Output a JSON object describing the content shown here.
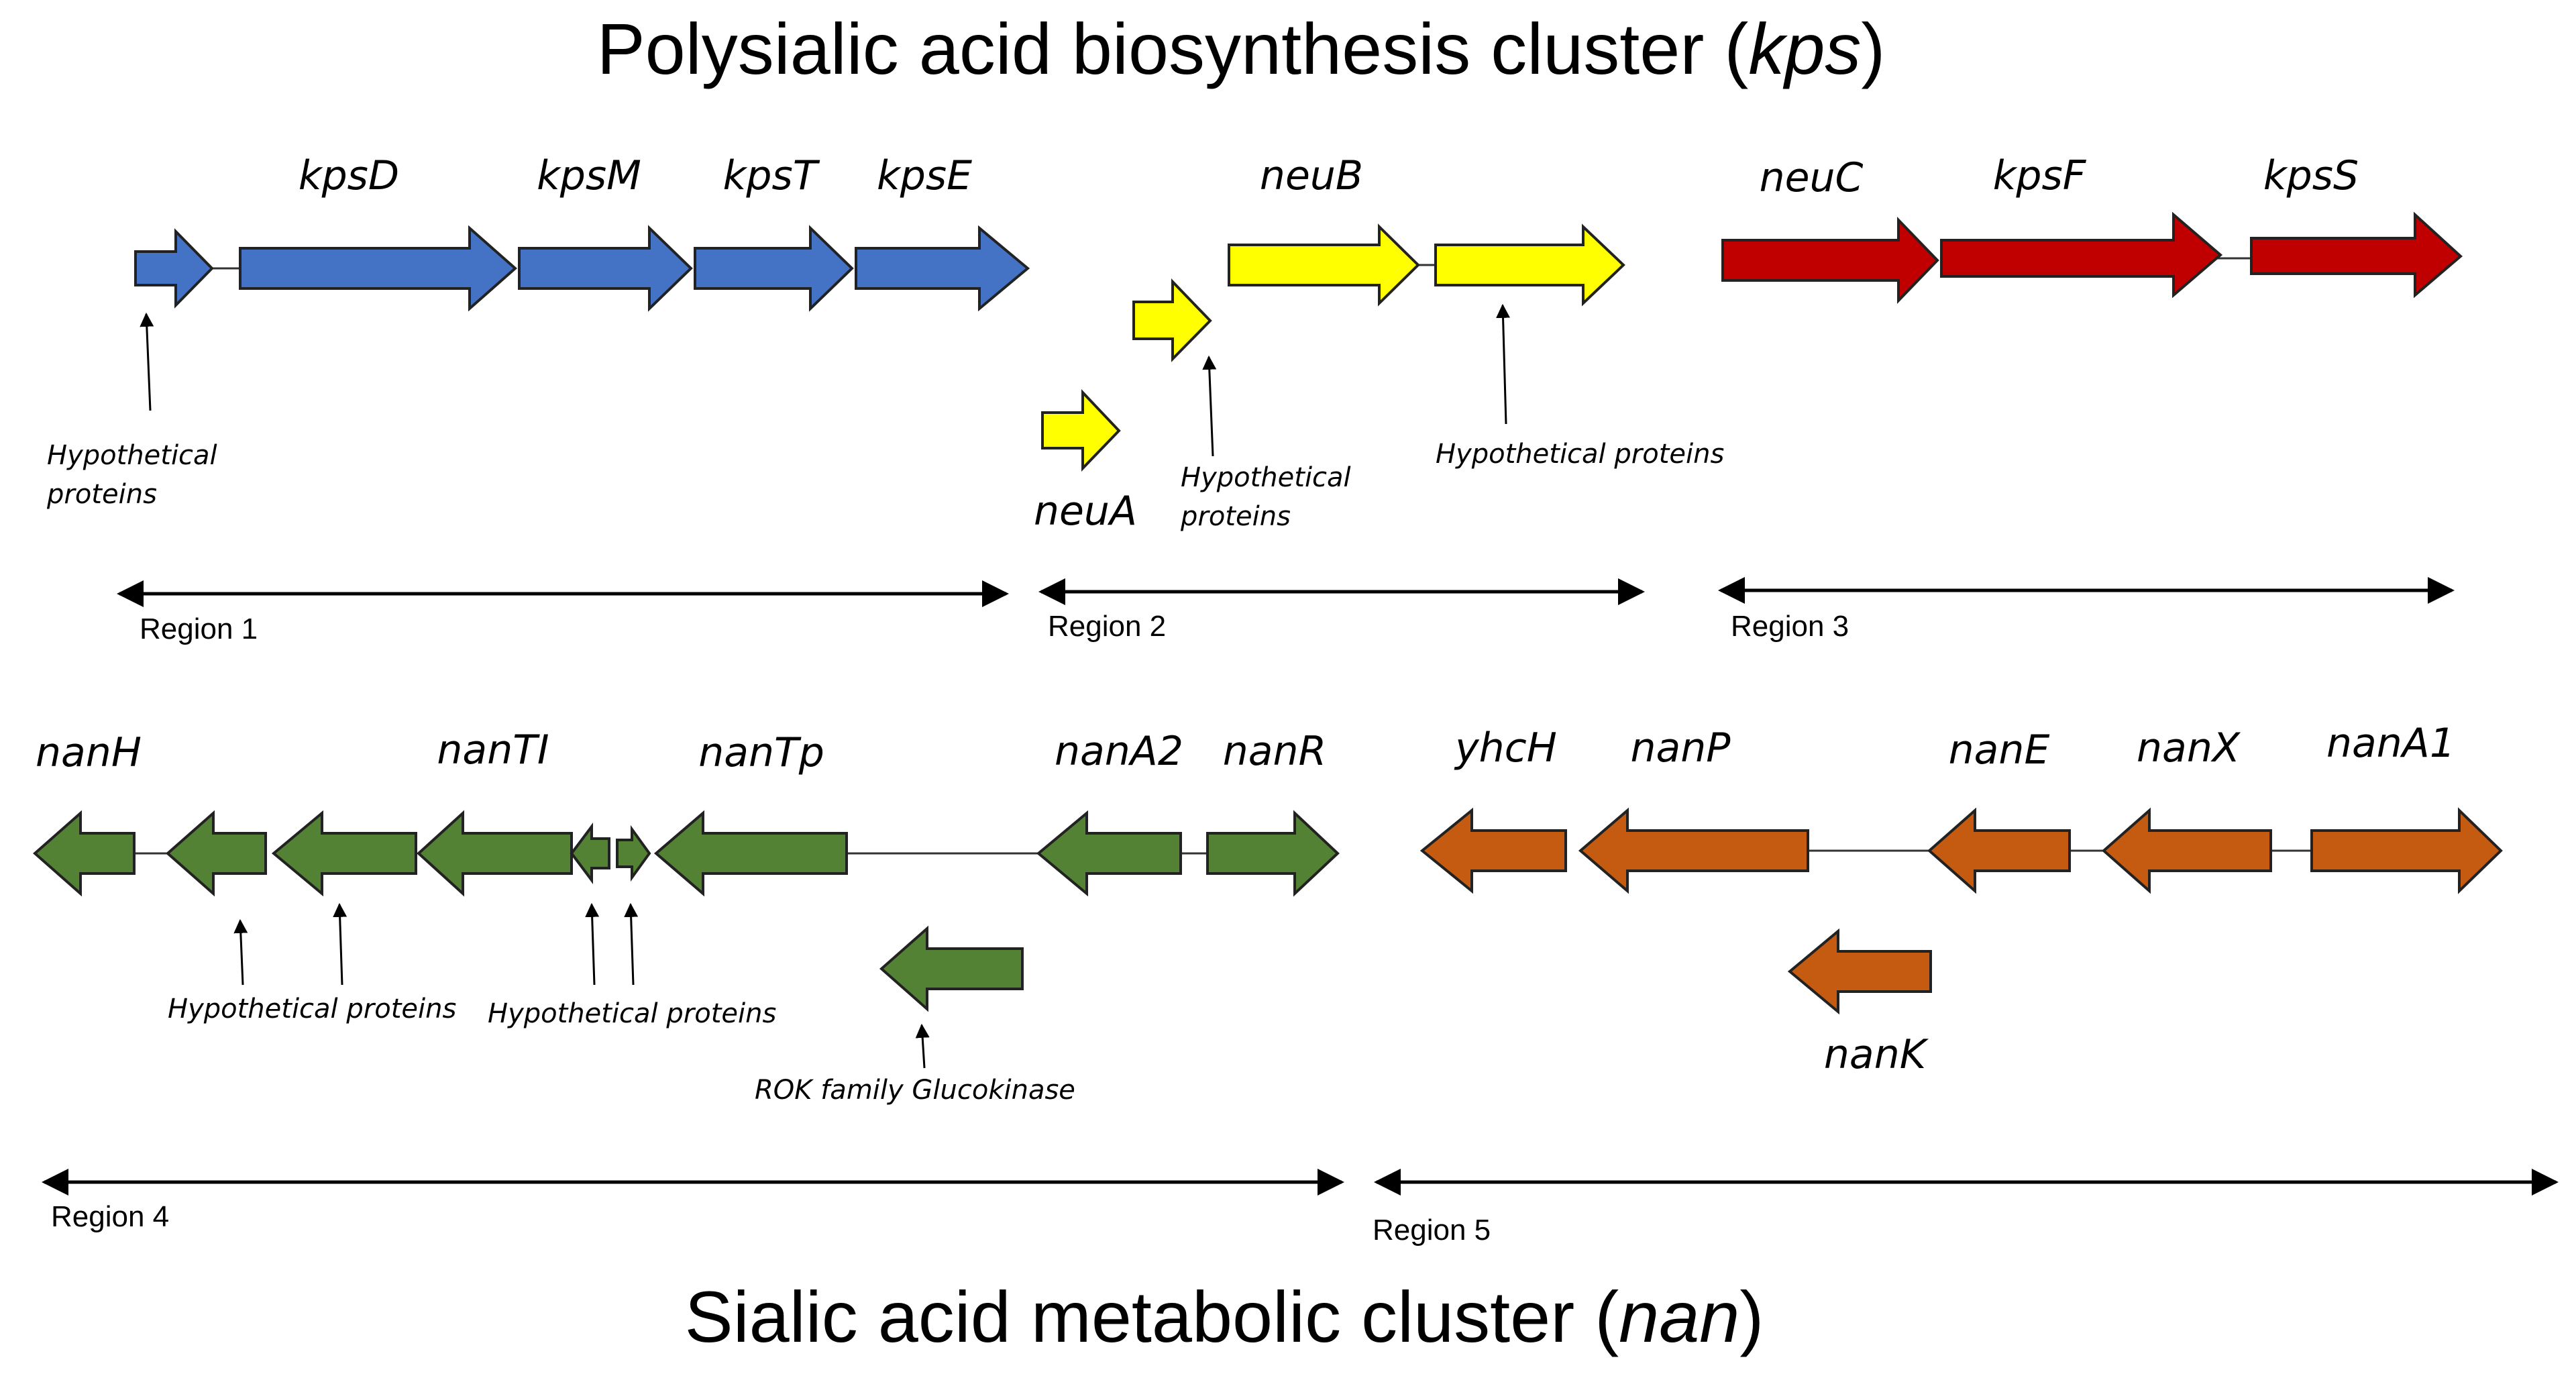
{
  "titles": {
    "kps_title_main": "Polysialic acid biosynthesis cluster (",
    "kps_title_italic": "kps",
    "kps_title_close": ")",
    "nan_title_main": "Sialic acid metabolic cluster (",
    "nan_title_italic": "nan",
    "nan_title_close": ")"
  },
  "colors": {
    "region1": "#4472C4",
    "region2": "#FFFF00",
    "region3": "#C00000",
    "region4": "#548235",
    "region5": "#C55A11"
  },
  "genes": {
    "kpsD": "kpsD",
    "kpsM": "kpsM",
    "kpsT": "kpsT",
    "kpsE": "kpsE",
    "neuB": "neuB",
    "neuA": "neuA",
    "neuC": "neuC",
    "kpsF": "kpsF",
    "kpsS": "kpsS",
    "nanH": "nanH",
    "nanTI": "nanTI",
    "nanTp": "nanTp",
    "nanA2": "nanA2",
    "nanR": "nanR",
    "yhcH": "yhcH",
    "nanP": "nanP",
    "nanE": "nanE",
    "nanX": "nanX",
    "nanA1": "nanA1",
    "nanK": "nanK"
  },
  "notes": {
    "r1_hyp_line1": "Hypothetical",
    "r1_hyp_line2": "proteins",
    "r2_hyp_a_line1": "Hypothetical",
    "r2_hyp_a_line2": "proteins",
    "r2_hyp_b": "Hypothetical proteins",
    "r4_hyp_a": "Hypothetical proteins",
    "r4_hyp_b": "Hypothetical proteins",
    "r4_rok": "ROK family Glucokinase"
  },
  "regions": {
    "r1": "Region 1",
    "r2": "Region 2",
    "r3": "Region 3",
    "r4": "Region 4",
    "r5": "Region 5"
  }
}
